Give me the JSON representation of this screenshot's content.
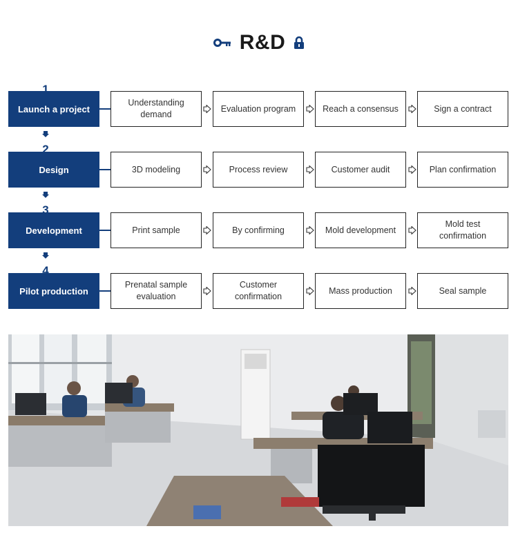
{
  "header": {
    "title": "R&D",
    "left_icon": "key-icon",
    "right_icon": "lock-icon",
    "accent": "#133e7c"
  },
  "steps": [
    {
      "number": "1",
      "label": "Launch a project",
      "items": [
        "Understanding demand",
        "Evaluation program",
        "Reach a consensus",
        "Sign a contract"
      ]
    },
    {
      "number": "2",
      "label": "Design",
      "items": [
        "3D modeling",
        "Process review",
        "Customer audit",
        "Plan confirmation"
      ]
    },
    {
      "number": "3",
      "label": "Development",
      "items": [
        "Print sample",
        "By confirming",
        "Mold development",
        "Mold test confirmation"
      ]
    },
    {
      "number": "4",
      "label": "Pilot production",
      "items": [
        "Prenatal sample evaluation",
        "Customer confirmation",
        "Mass production",
        "Seal sample"
      ]
    }
  ]
}
